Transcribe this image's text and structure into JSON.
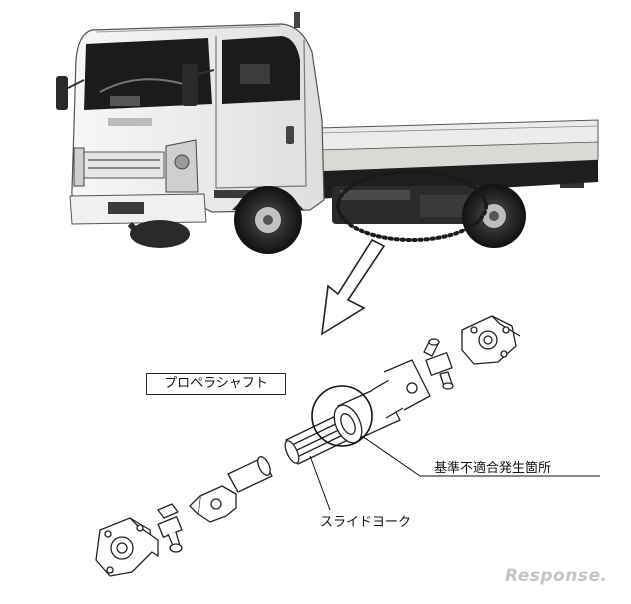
{
  "labels": {
    "part_name": "プロペラシャフト",
    "defect_location": "基準不適合発生箇所",
    "slide_yoke": "スライドヨーク"
  },
  "watermark": {
    "text": "Response."
  },
  "colors": {
    "ink": "#111111",
    "cab": "#f4f4f2",
    "chassis": "#1e1e1e",
    "watermark": "#c4c4c4"
  }
}
